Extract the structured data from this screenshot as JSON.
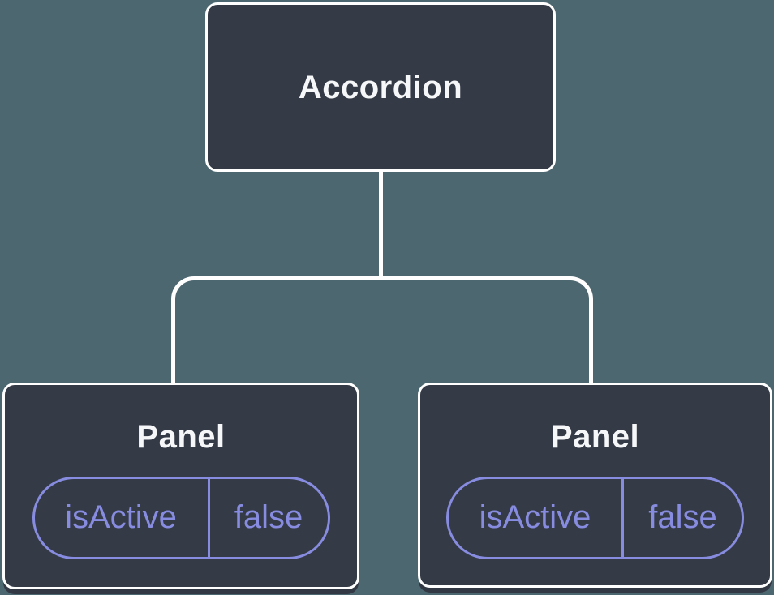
{
  "diagram": {
    "type": "component-tree",
    "colors": {
      "background": "#4d6770",
      "node_fill": "#343a46",
      "node_border": "#ffffff",
      "connector": "#ffffff",
      "title_text": "#f6f7f9",
      "state_accent": "#878ce0",
      "node_shadow": "#333845"
    },
    "root": {
      "label": "Accordion"
    },
    "panels": [
      {
        "label": "Panel",
        "state": {
          "name": "isActive",
          "value": "false"
        }
      },
      {
        "label": "Panel",
        "state": {
          "name": "isActive",
          "value": "false"
        }
      }
    ]
  }
}
